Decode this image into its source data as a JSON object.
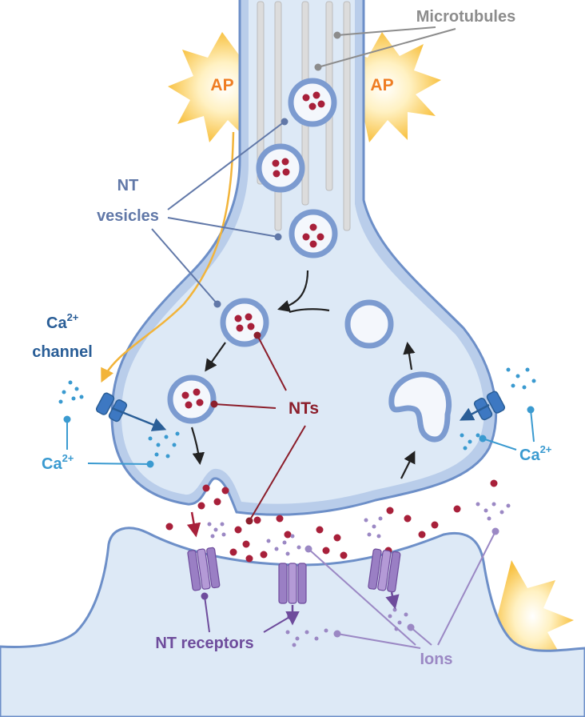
{
  "labels": {
    "microtubules": "Microtubules",
    "ap_left": "AP",
    "ap_right": "AP",
    "nt_vesicles_line1": "NT",
    "nt_vesicles_line2": "vesicles",
    "ca_channel_ca": "Ca",
    "ca_channel_sup": "2+",
    "ca_channel_word": "channel",
    "ca_left": "Ca",
    "ca_left_sup": "2+",
    "ca_right": "Ca",
    "ca_right_sup": "2+",
    "nts": "NTs",
    "nt_receptors": "NT receptors",
    "ions": "Ions"
  },
  "colors": {
    "cell_fill": "#dde9f6",
    "membrane_stroke": "#6d8fc8",
    "membrane_fill": "#b9cdea",
    "vesicle_fill": "#f4f7fc",
    "nt_dot": "#a8203a",
    "ap_burst": "#fbd46a",
    "ap_text": "#ef7d22",
    "microtubule": "#dcdcdc",
    "microtubule_label": "#8c8c8c",
    "vesicle_label": "#6178a8",
    "ca_channel_label": "#2a5e97",
    "ca_label": "#3a9ad0",
    "nts_label": "#8c1f2c",
    "receptor": "#9a7fc4",
    "receptor_label": "#6e4c9c",
    "ions_label": "#9b88c4",
    "arrow": "#222222",
    "ap_arrow": "#f2b43a"
  }
}
